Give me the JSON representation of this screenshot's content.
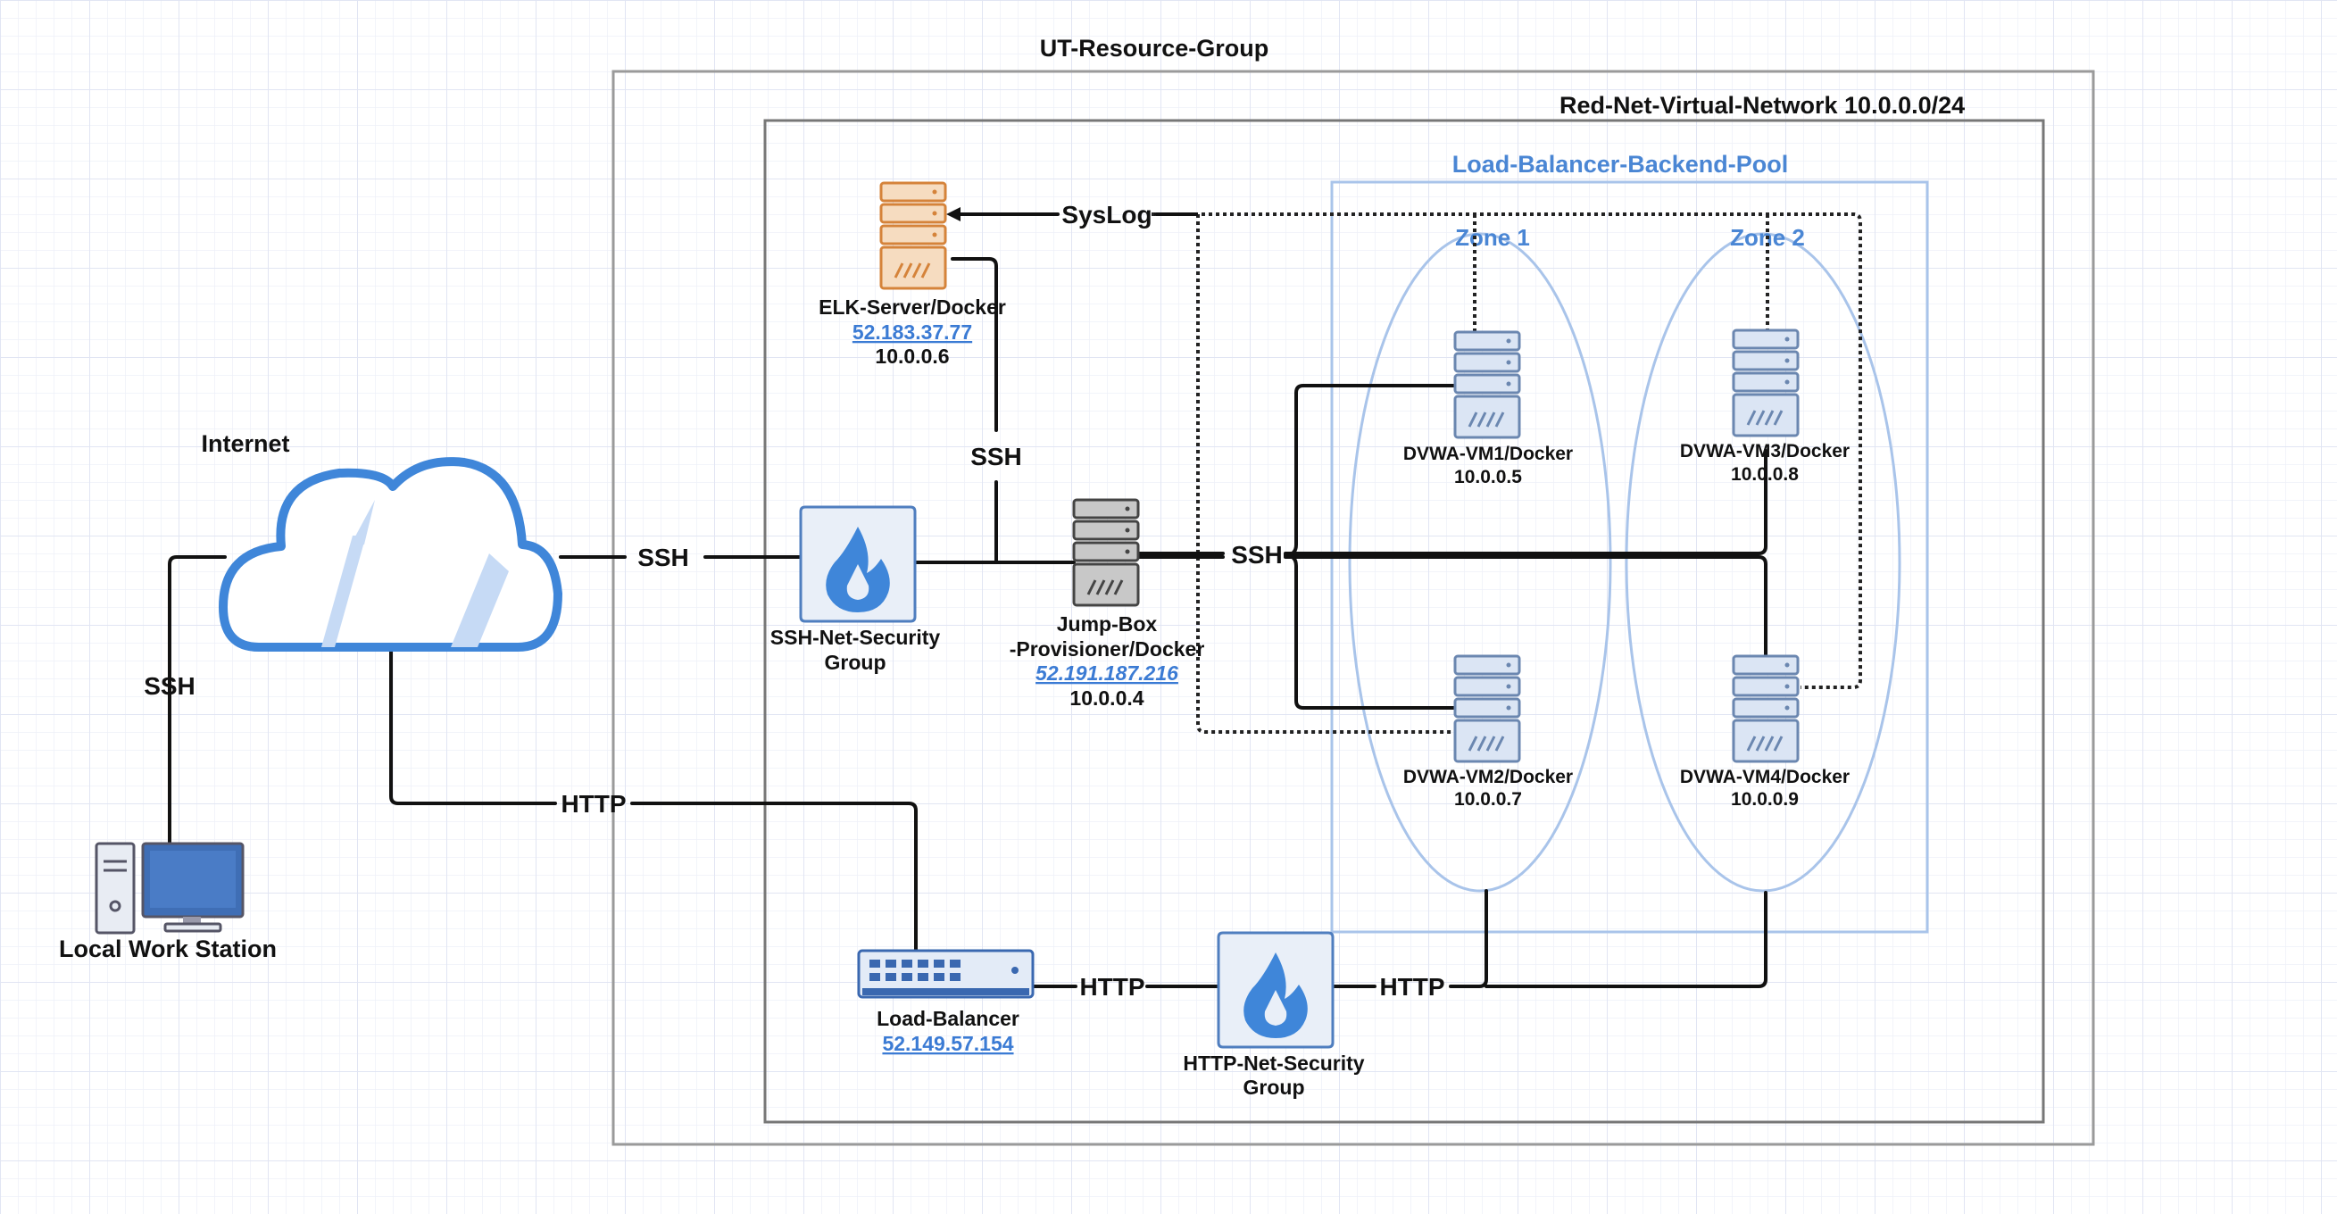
{
  "resource_group": {
    "title": "UT-Resource-Group"
  },
  "vnet": {
    "title": "Red-Net-Virtual-Network  10.0.0.0/24"
  },
  "backend_pool": {
    "title": "Load-Balancer-Backend-Pool",
    "zone1": "Zone 1",
    "zone2": "Zone 2"
  },
  "internet": {
    "label": "Internet"
  },
  "workstation": {
    "label": "Local Work Station"
  },
  "elk": {
    "name": "ELK-Server/Docker",
    "public_ip": "52.183.37.77",
    "private_ip": "10.0.0.6"
  },
  "ssh_nsg": {
    "line1": "SSH-Net-Security",
    "line2": "Group"
  },
  "jumpbox": {
    "line1": "Jump-Box",
    "line2": "-Provisioner/Docker",
    "public_ip": "52.191.187.216",
    "private_ip": "10.0.0.4"
  },
  "vm1": {
    "name": "DVWA-VM1/Docker",
    "ip": "10.0.0.5"
  },
  "vm2": {
    "name": "DVWA-VM2/Docker",
    "ip": "10.0.0.7"
  },
  "vm3": {
    "name": "DVWA-VM3/Docker",
    "ip": "10.0.0.8"
  },
  "vm4": {
    "name": "DVWA-VM4/Docker",
    "ip": "10.0.0.9"
  },
  "load_balancer": {
    "name": "Load-Balancer",
    "public_ip": "52.149.57.154"
  },
  "http_nsg": {
    "line1": "HTTP-Net-Security",
    "line2": "Group"
  },
  "edges": {
    "syslog": "SysLog",
    "ssh_elk": "SSH",
    "ssh_internet": "SSH",
    "ssh_vms": "SSH",
    "ssh_workstation": "SSH",
    "http_internet": "HTTP",
    "http_lb": "HTTP",
    "http_vms": "HTTP"
  },
  "icons": {
    "cloud": "cloud-icon",
    "server": "server-icon",
    "firewall": "firewall-icon",
    "switch": "load-balancer-icon",
    "desktop": "desktop-computer-icon"
  },
  "colors": {
    "elk_server": "#e8a35c",
    "jump_server": "#b5b5b5",
    "vm_server": "#cfdcf0",
    "backend_pool": "#a9c4ea",
    "cloud": "#3f86d9"
  }
}
